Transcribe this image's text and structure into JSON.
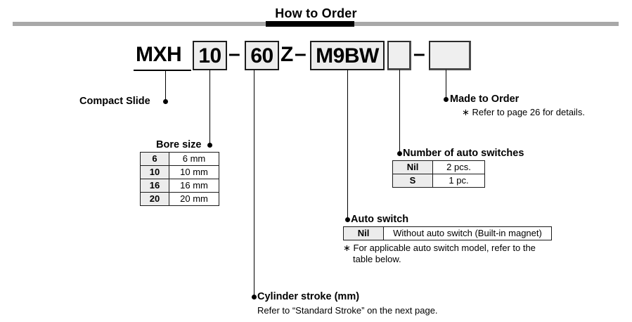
{
  "header": {
    "title": "How to Order"
  },
  "part_number": {
    "series": "MXH",
    "bore": "10",
    "stroke": "60",
    "stroke_suffix": "Z",
    "auto_switch": "M9BW",
    "switch_qty": "",
    "made_to_order": "",
    "dash1": "–",
    "dash2": "–",
    "dash3": "–"
  },
  "callouts": {
    "compact_slide": {
      "title": "Compact Slide"
    },
    "bore_size": {
      "title": "Bore size",
      "rows": [
        {
          "key": "6",
          "value": "6 mm"
        },
        {
          "key": "10",
          "value": "10 mm"
        },
        {
          "key": "16",
          "value": "16 mm"
        },
        {
          "key": "20",
          "value": "20 mm"
        }
      ]
    },
    "made_to_order": {
      "title": "Made to Order",
      "note": "∗ Refer to page 26 for details."
    },
    "number_of_auto_switches": {
      "title": "Number of auto switches",
      "rows": [
        {
          "key": "Nil",
          "value": "2 pcs."
        },
        {
          "key": "S",
          "value": "1 pc."
        }
      ]
    },
    "auto_switch": {
      "title": "Auto switch",
      "rows": [
        {
          "key": "Nil",
          "value": "Without auto switch (Built-in magnet)"
        }
      ],
      "note_line1": "∗ For applicable auto switch model, refer to the",
      "note_line2": "table below."
    },
    "cylinder_stroke": {
      "title": "Cylinder stroke (mm)",
      "note": "Refer to “Standard Stroke” on the next page."
    }
  }
}
